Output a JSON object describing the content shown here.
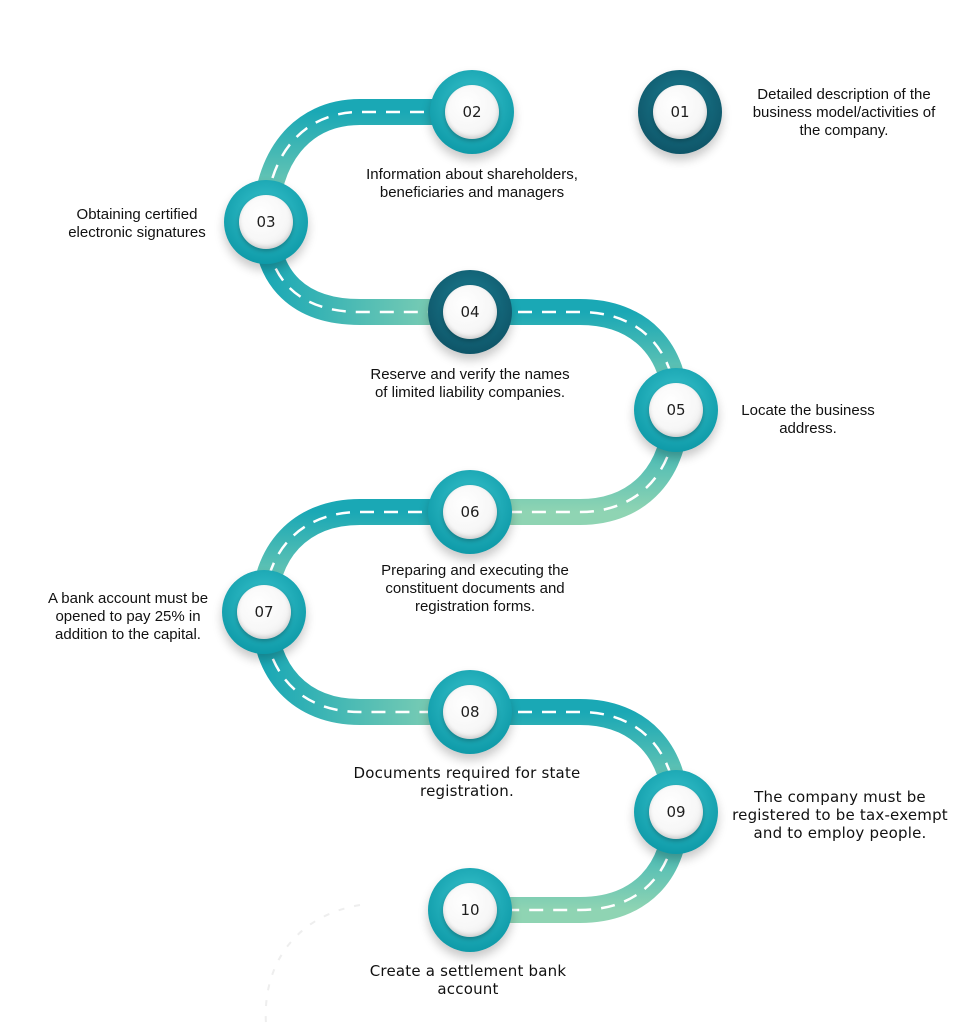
{
  "colors": {
    "teal": "#1aa8b5",
    "mint": "#8fd4b3",
    "dark_teal": "#126b7f",
    "ring_dark": "#0e5568"
  },
  "steps": [
    {
      "number": "01",
      "text": "Detailed description of the\nbusiness model/activities of\nthe company."
    },
    {
      "number": "02",
      "text": "Information about shareholders,\nbeneficiaries and managers"
    },
    {
      "number": "03",
      "text": "Obtaining certified\nelectronic signatures"
    },
    {
      "number": "04",
      "text": "Reserve and verify the names\nof limited liability companies."
    },
    {
      "number": "05",
      "text": "Locate the business\naddress."
    },
    {
      "number": "06",
      "text": "Preparing and executing the\nconstituent documents and\nregistration forms."
    },
    {
      "number": "07",
      "text": "A bank account must be\nopened to pay 25% in\naddition to the capital."
    },
    {
      "number": "08",
      "text": "Documents required for state\nregistration."
    },
    {
      "number": "09",
      "text": "The company must be\nregistered to be tax-exempt\nand to employ people."
    },
    {
      "number": "10",
      "text": "Create a settlement bank\naccount"
    }
  ]
}
